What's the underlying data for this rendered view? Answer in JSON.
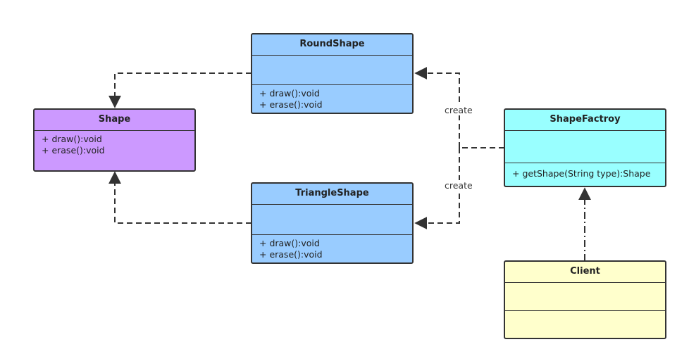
{
  "colors": {
    "shape": "#cc99ff",
    "concrete": "#99ccff",
    "factory": "#99ffff",
    "client": "#ffffcc",
    "line": "#333333"
  },
  "classes": {
    "shape": {
      "name": "Shape",
      "operations": [
        "+ draw():void",
        "+ erase():void"
      ]
    },
    "round_shape": {
      "name": "RoundShape",
      "operations": [
        "+ draw():void",
        "+ erase():void"
      ]
    },
    "triangle_shape": {
      "name": "TriangleShape",
      "operations": [
        "+ draw():void",
        "+ erase():void"
      ]
    },
    "shape_factory": {
      "name": "ShapeFactroy",
      "operations": [
        "+ getShape(String type):Shape"
      ]
    },
    "client": {
      "name": "Client"
    }
  },
  "relations": {
    "create_top": "create",
    "create_bottom": "create"
  }
}
